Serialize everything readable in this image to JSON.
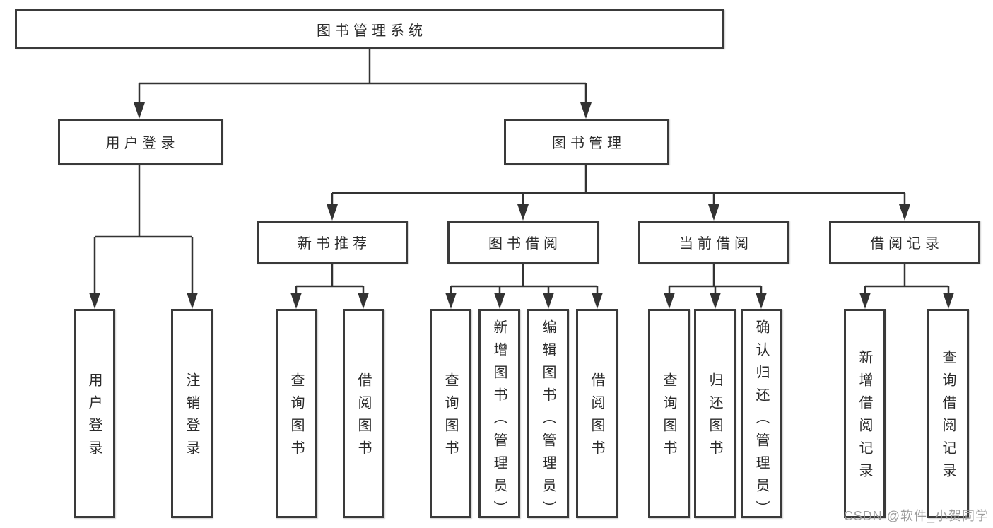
{
  "tree": {
    "root": {
      "label": "图书管理系统"
    },
    "branches": [
      {
        "label": "用户登录",
        "children": [
          {
            "label": "用户登录"
          },
          {
            "label": "注销登录"
          }
        ]
      },
      {
        "label": "图书管理",
        "children": [
          {
            "label": "新书推荐",
            "children": [
              {
                "label": "查询图书"
              },
              {
                "label": "借阅图书"
              }
            ]
          },
          {
            "label": "图书借阅",
            "children": [
              {
                "label": "查询图书"
              },
              {
                "label": "新增图书（管理员）"
              },
              {
                "label": "编辑图书（管理员）"
              },
              {
                "label": "借阅图书"
              }
            ]
          },
          {
            "label": "当前借阅",
            "children": [
              {
                "label": "查询图书"
              },
              {
                "label": "归还图书"
              },
              {
                "label": "确认归还（管理员）"
              }
            ]
          },
          {
            "label": "借阅记录",
            "children": [
              {
                "label": "新增借阅记录"
              },
              {
                "label": "查询借阅记录"
              }
            ]
          }
        ]
      }
    ]
  },
  "watermark": "CSDN @软件_小贺同学",
  "colors": {
    "line": "#333333",
    "box_border": "#3a3a3a",
    "text": "#2b2b2b",
    "watermark": "#9c9c9c",
    "background": "#ffffff"
  }
}
